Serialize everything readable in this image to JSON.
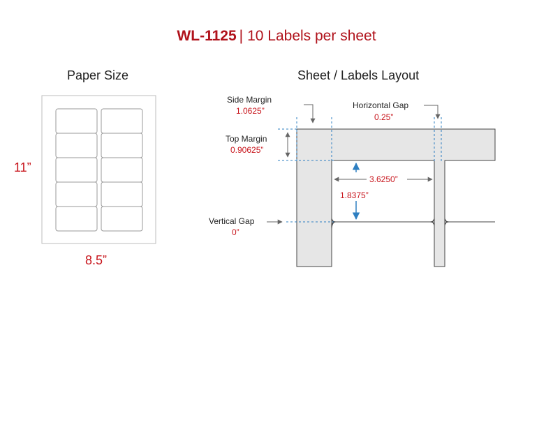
{
  "header": {
    "code": "WL-1125",
    "separator": "|",
    "subtitle": "10 Labels per sheet"
  },
  "paper": {
    "heading": "Paper Size",
    "height_label": "11”",
    "width_label": "8.5”",
    "label_count": 10,
    "columns": 2,
    "rows": 5
  },
  "layout": {
    "heading": "Sheet / Labels Layout",
    "side_margin": {
      "name": "Side Margin",
      "value": "1.0625”"
    },
    "top_margin": {
      "name": "Top Margin",
      "value": "0.90625”"
    },
    "horizontal_gap": {
      "name": "Horizontal Gap",
      "value": "0.25”"
    },
    "vertical_gap": {
      "name": "Vertical Gap",
      "value": "0”"
    },
    "label_width": "3.6250”",
    "label_height": "1.8375”"
  },
  "colors": {
    "accent_red": "#c8151c",
    "guide_blue": "#2e7fc1",
    "sheet_gray": "#e6e6e6"
  }
}
